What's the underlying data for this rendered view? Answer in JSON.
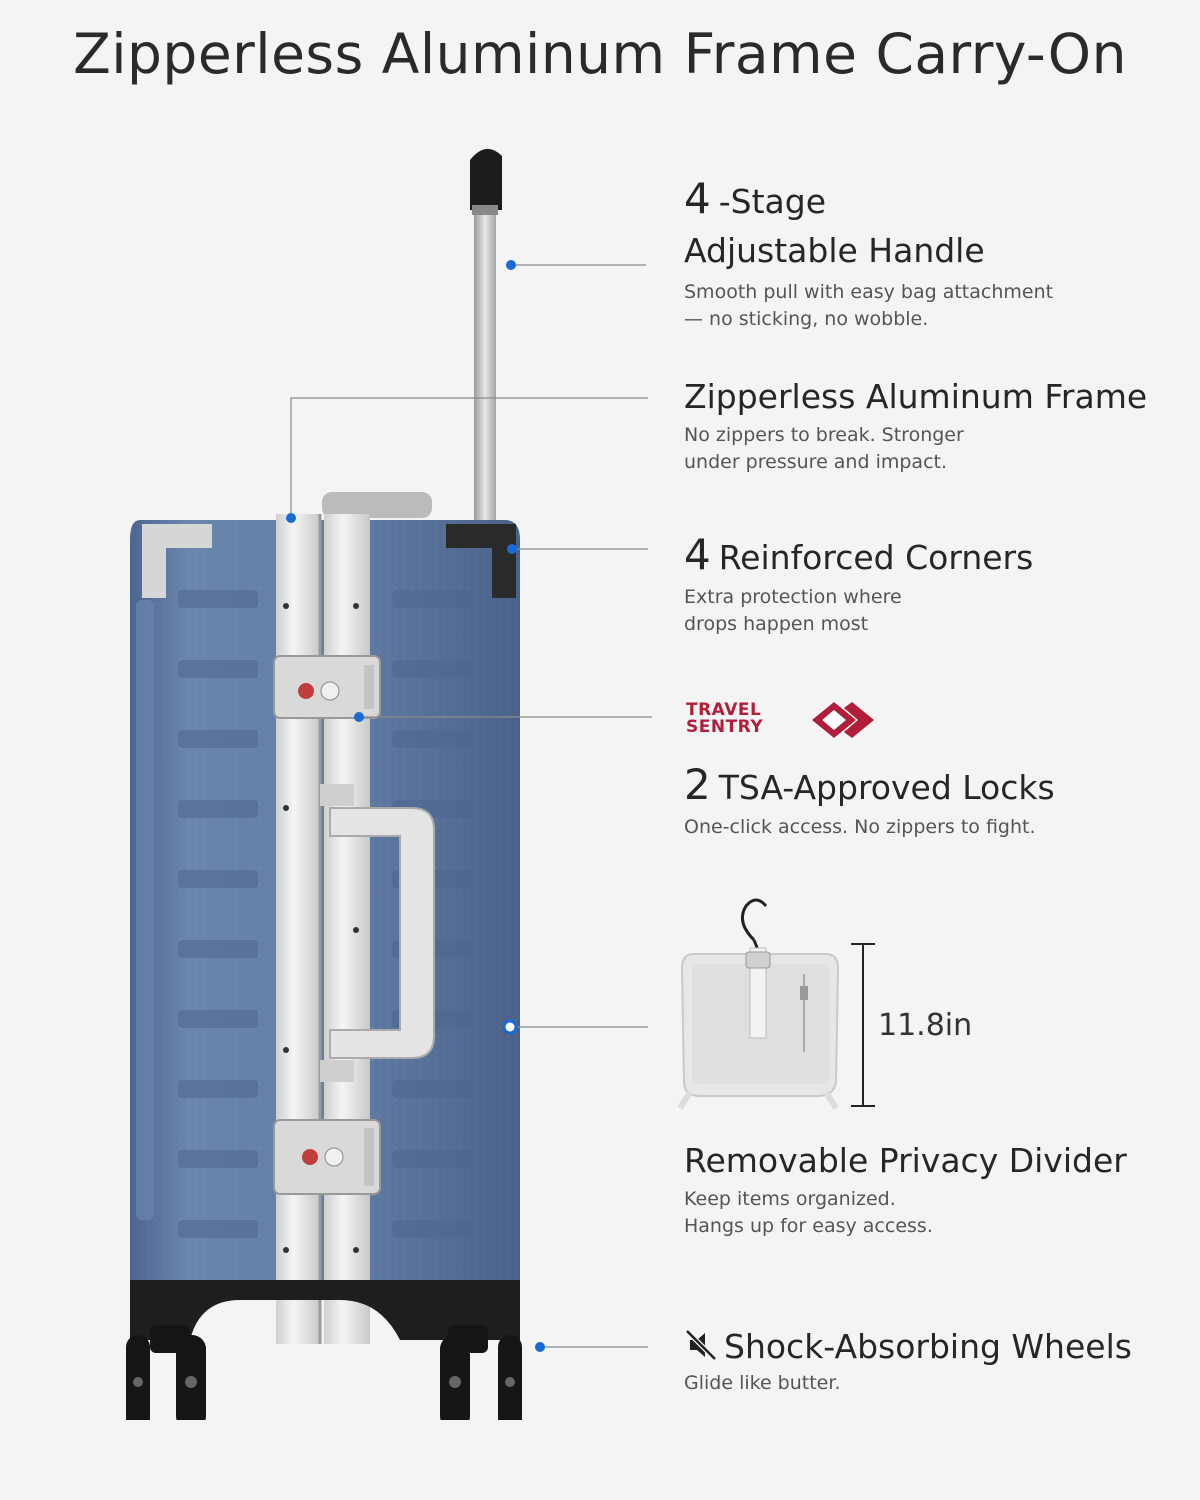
{
  "title": "Zipperless Aluminum Frame Carry-On",
  "colors": {
    "shell": "#5f7aa0",
    "shell_dark": "#4a6289",
    "frame": "#e6e6e6",
    "callout_dot": "#1a6ad6",
    "travel_sentry_red": "#b21e3a"
  },
  "features": {
    "handle": {
      "number": "4",
      "title_line1": "-Stage",
      "title_line2": "Adjustable Handle",
      "desc_line1": "Smooth pull with easy bag attachment",
      "desc_line2": "— no sticking, no wobble."
    },
    "frame": {
      "title": "Zipperless Aluminum Frame",
      "desc_line1": "No zippers to break. Stronger",
      "desc_line2": "under pressure and impact."
    },
    "corners": {
      "number": "4",
      "title": "Reinforced Corners",
      "desc_line1": "Extra protection where",
      "desc_line2": "drops happen most"
    },
    "locks": {
      "logo_line1": "TRAVEL",
      "logo_line2": "SENTRY",
      "number": "2",
      "title": "TSA-Approved Locks",
      "desc": "One-click access. No zippers to fight."
    },
    "divider": {
      "measurement": "11.8in",
      "title": "Removable Privacy Divider",
      "desc_line1": "Keep items organized.",
      "desc_line2": "Hangs up for easy access."
    },
    "wheels": {
      "icon": "mute-icon",
      "title": "Shock-Absorbing Wheels",
      "desc": "Glide like butter."
    }
  }
}
